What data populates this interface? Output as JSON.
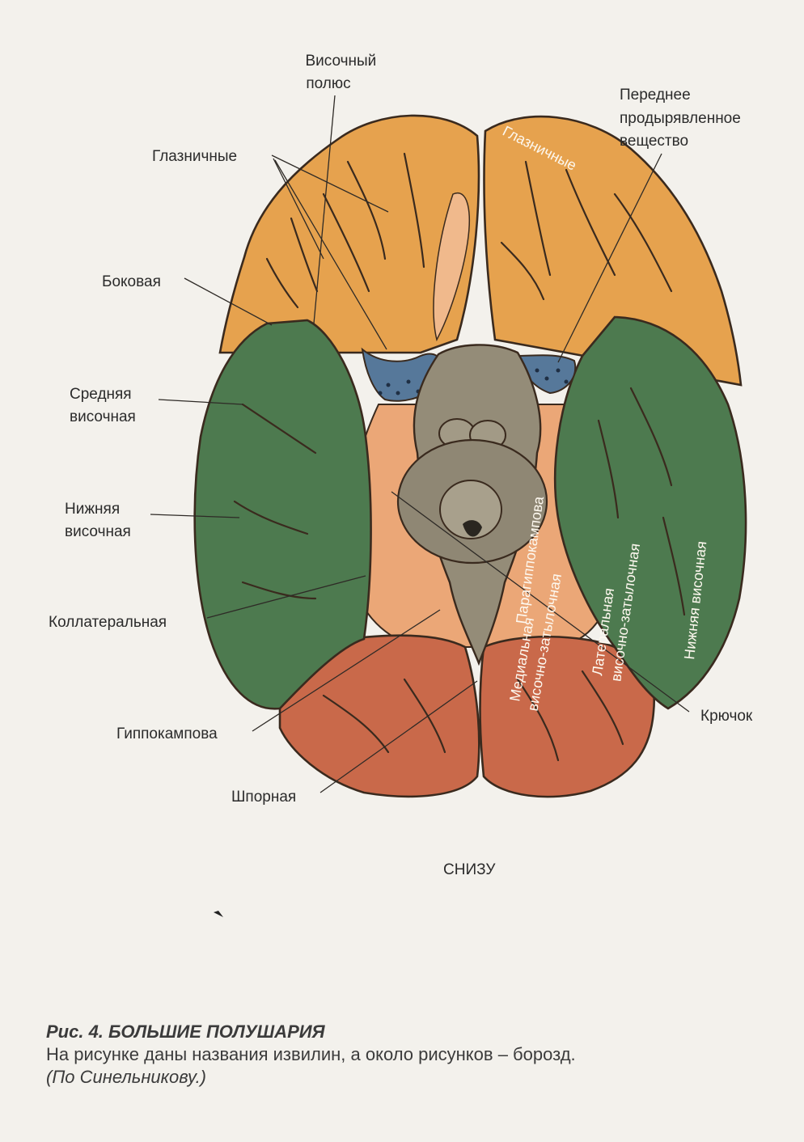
{
  "figure": {
    "outer_labels": {
      "temporal_pole": [
        "Височный",
        "полюс"
      ],
      "orbital_sulci": "Глазничные",
      "lateral": "Боковая",
      "middle_temporal": [
        "Средняя",
        "височная"
      ],
      "inferior_temporal": [
        "Нижняя",
        "височная"
      ],
      "collateral": "Коллатеральная",
      "hippocampal": "Гиппокампова",
      "calcarine": "Шпорная",
      "anterior_perforated": [
        "Переднее",
        "продырявленное",
        "вещество"
      ],
      "uncus": "Крючок"
    },
    "inner_labels": {
      "orbital_gyri": "Глазничные",
      "parahippocampal": "Парагиппокампова",
      "medial_occipitotemporal": [
        "Медиальная",
        "височно-затылочная"
      ],
      "lateral_occipitotemporal": [
        "Латеральная",
        "височно-затылочная"
      ],
      "inferior_temporal_gyrus": "Нижняя височная"
    },
    "view": "СНИЗУ",
    "colors": {
      "frontal": "#e6a24e",
      "temporal": "#4d7a4f",
      "occipital": "#c9694a",
      "medial": "#eba777",
      "stem": "#948c78",
      "perforated": "#56789a"
    }
  },
  "caption": {
    "title": "Рис. 4. БОЛЬШИЕ ПОЛУШАРИЯ",
    "text": "На рисунке даны названия извилин, а около рисунков – борозд.",
    "source": "(По Синельникову.)"
  }
}
